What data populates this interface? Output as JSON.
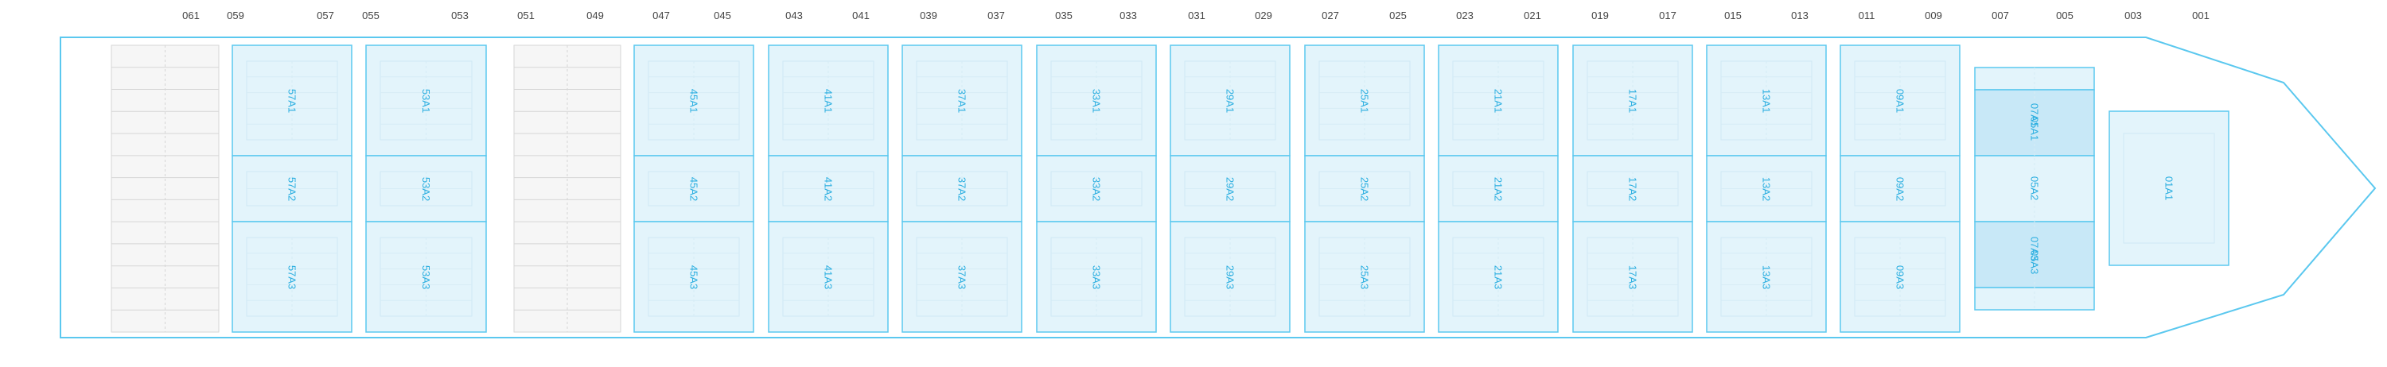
{
  "bay_numbers": [
    "061",
    "059",
    "057",
    "055",
    "053",
    "051",
    "049",
    "047",
    "045",
    "043",
    "041",
    "039",
    "037",
    "035",
    "033",
    "031",
    "029",
    "027",
    "025",
    "023",
    "021",
    "019",
    "017",
    "015",
    "013",
    "011",
    "009",
    "007",
    "005",
    "003",
    "001"
  ],
  "empty_bays": [
    {
      "name": "bay-061"
    },
    {
      "name": "bay-051"
    }
  ],
  "hatch_groups": [
    {
      "labels": [
        "57A1",
        "57A2",
        "57A3"
      ]
    },
    {
      "labels": [
        "53A1",
        "53A2",
        "53A3"
      ]
    },
    {
      "labels": [
        "45A1",
        "45A2",
        "45A3"
      ]
    },
    {
      "labels": [
        "41A1",
        "41A2",
        "41A3"
      ]
    },
    {
      "labels": [
        "37A1",
        "37A2",
        "37A3"
      ]
    },
    {
      "labels": [
        "33A1",
        "33A2",
        "33A3"
      ]
    },
    {
      "labels": [
        "29A1",
        "29A2",
        "29A3"
      ]
    },
    {
      "labels": [
        "25A1",
        "25A2",
        "25A3"
      ]
    },
    {
      "labels": [
        "21A1",
        "21A2",
        "21A3"
      ]
    },
    {
      "labels": [
        "17A1",
        "17A2",
        "17A3"
      ]
    },
    {
      "labels": [
        "13A1",
        "13A2",
        "13A3"
      ]
    },
    {
      "labels": [
        "09A1",
        "09A2",
        "09A3"
      ]
    }
  ],
  "forward_group": {
    "labels": [
      "07A1",
      "05A1",
      "05A2",
      "07A3",
      "05A3"
    ]
  },
  "bow_group": {
    "labels": [
      "01A1"
    ]
  },
  "colors": {
    "hull_stroke": "#5bc8ef",
    "hatch_fill": "#e3f4fb",
    "hatch_stroke": "#5bc8ef",
    "highlight_fill": "#c8e8f7",
    "label": "#2aaee0",
    "empty_fill": "#f6f6f6",
    "empty_stroke": "#d6d6d6",
    "bay_text": "#444444"
  }
}
